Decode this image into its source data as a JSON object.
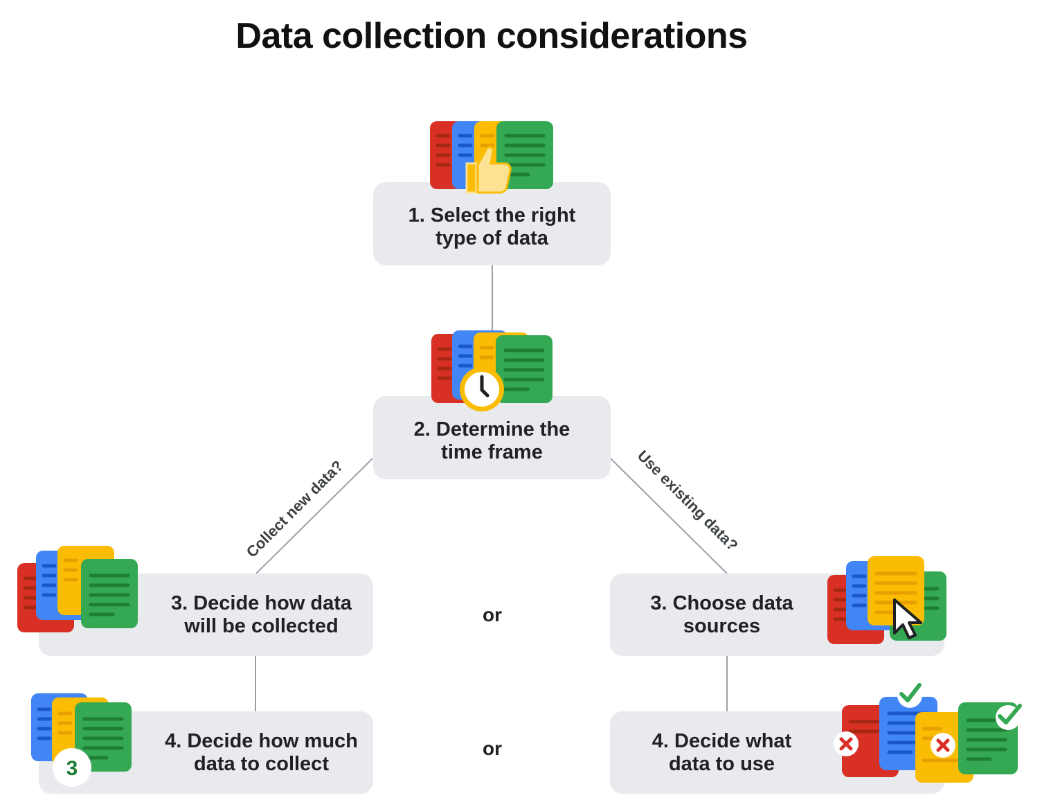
{
  "title": "Data collection considerations",
  "steps": {
    "step1": "1. Select the right\ntype of data",
    "step2": "2. Determine the\ntime frame",
    "step3_left": "3. Decide how data\nwill be collected",
    "step4_left": "4. Decide how much\ndata to collect",
    "step3_right": "3. Choose data\nsources",
    "step4_right": "4. Decide what\ndata to use"
  },
  "branches": {
    "left": "Collect new data?",
    "right": "Use existing data?"
  },
  "or_labels": [
    "or",
    "or"
  ],
  "badge_number": "3",
  "icons": {
    "step1": "documents-thumbs-up-icon",
    "step2": "documents-clock-icon",
    "step3_left": "documents-stack-icon",
    "step4_left": "documents-number-badge-icon",
    "step3_right": "documents-cursor-icon",
    "step4_right": "documents-check-x-icon"
  },
  "colors": {
    "red": "#d93025",
    "blue": "#4285f4",
    "yellow": "#fbbc04",
    "green": "#34a853",
    "box": "#e8eaed",
    "line": "#9aa0a6"
  }
}
